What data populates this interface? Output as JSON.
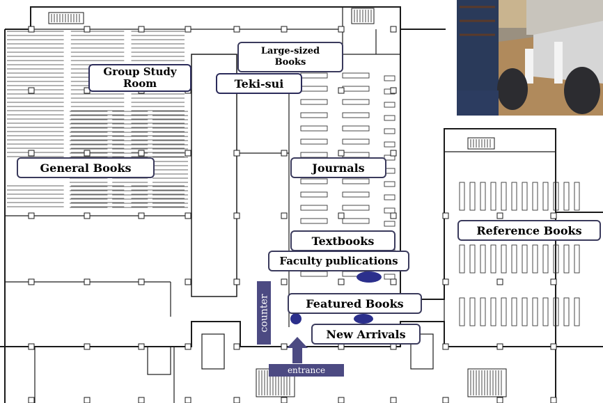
{
  "labels": {
    "group_study_room_line1": "Group Study",
    "group_study_room_line2": "Room",
    "large_sized_books_line1": "Large-sized",
    "large_sized_books_line2": "Books",
    "teki_sui": "Teki-sui",
    "general_books": "General Books",
    "journals": "Journals",
    "reference_books": "Reference Books",
    "textbooks": "Textbooks",
    "faculty_publications": "Faculty publications",
    "featured_books": "Featured Books",
    "new_arrivals": "New Arrivals",
    "counter": "counter",
    "entrance": "entrance"
  },
  "colors": {
    "wall": "#1a1a1a",
    "label_border": "#3a3a5c",
    "marker": "#2b2f8c",
    "counter_fill": "#4c4a82",
    "entrance_fill": "#4c4a82"
  },
  "photo": {
    "subject": "library study desks with chairs and bookshelves"
  }
}
